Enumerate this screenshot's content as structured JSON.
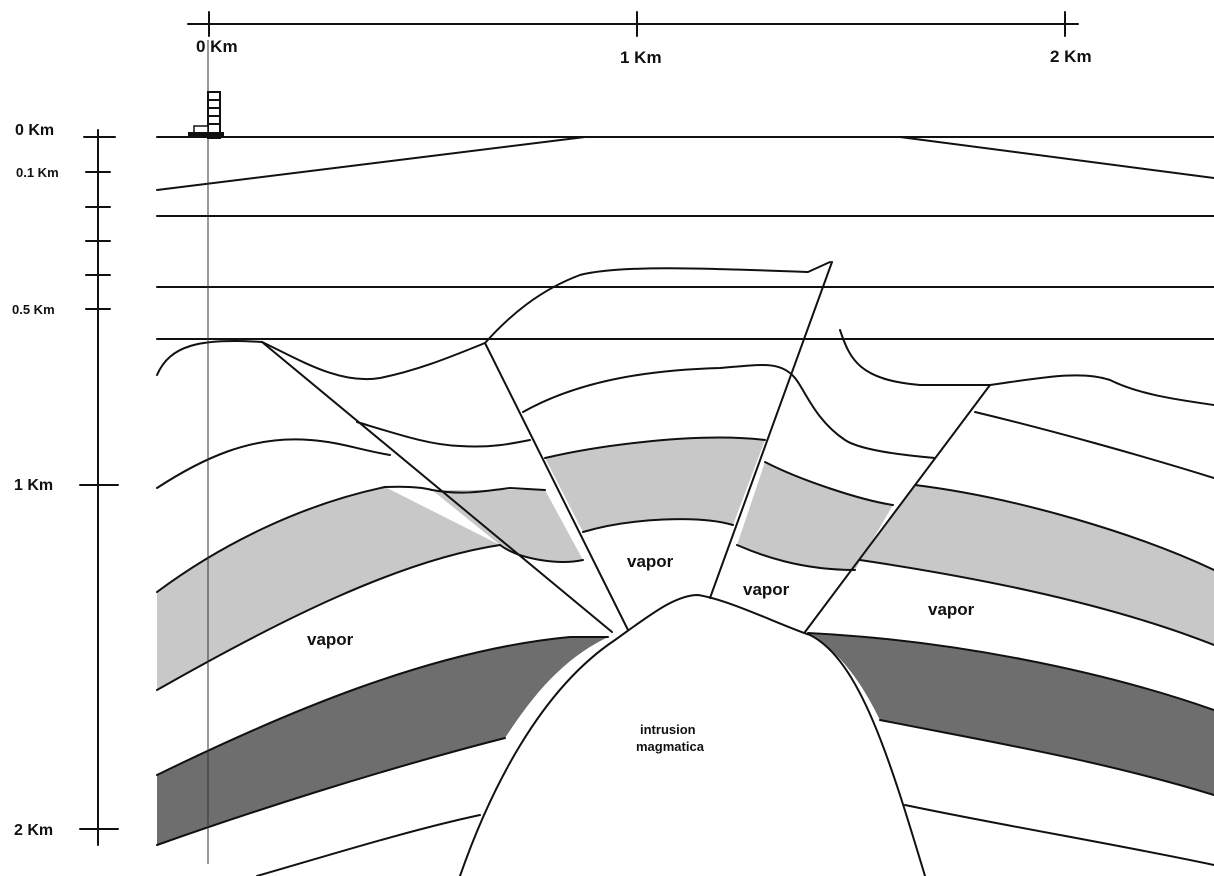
{
  "horizontal_scale": {
    "ticks": [
      {
        "label": "0 Km",
        "value": 0
      },
      {
        "label": "1 Km",
        "value": 1
      },
      {
        "label": "2 Km",
        "value": 2
      }
    ]
  },
  "vertical_scale": {
    "labels": [
      "0 Km",
      "0.1 Km",
      "0.5 Km",
      "1 Km",
      "2 Km"
    ]
  },
  "zones": {
    "vapor_left": "vapor",
    "vapor_center": "vapor",
    "vapor_mid": "vapor",
    "vapor_right": "vapor",
    "intrusion_line1": "intrusion",
    "intrusion_line2": "magmatica"
  },
  "colors": {
    "light_layer": "#c8c8c8",
    "dark_layer": "#6e6e6e",
    "line": "#111111",
    "background": "#ffffff"
  },
  "icons": {
    "drill_rig": "drilling-rig-icon"
  }
}
